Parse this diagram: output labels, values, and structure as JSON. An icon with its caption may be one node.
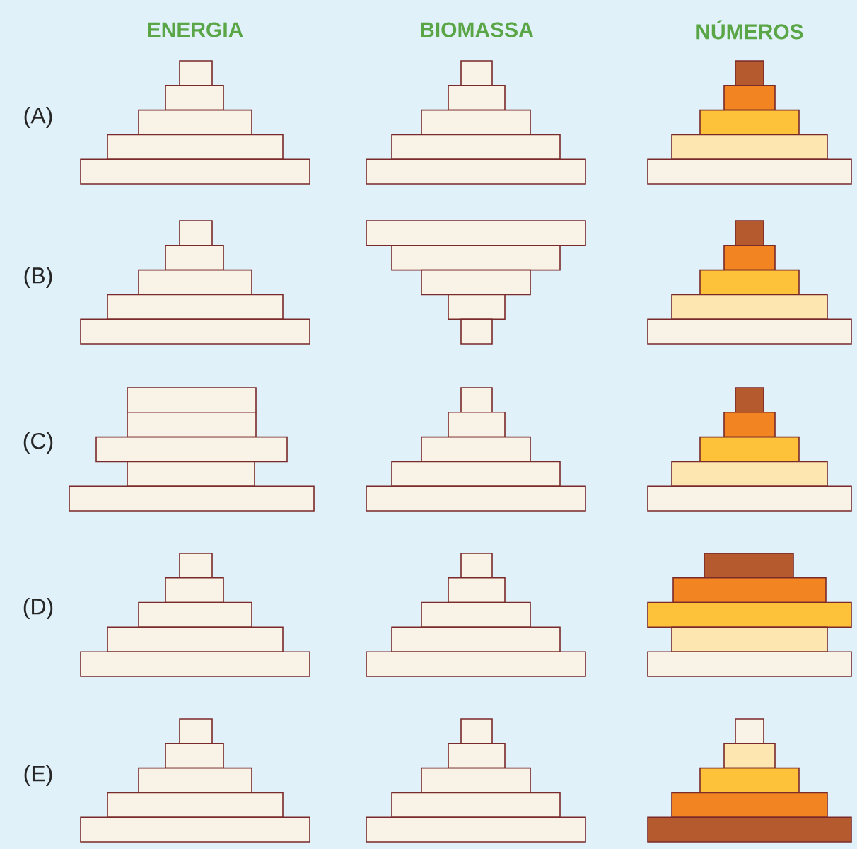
{
  "diagram": {
    "labels": [
      "ENERGIA",
      "BIOMASSA",
      "NÚMEROS",
      "(A)",
      "(B)",
      "(C)",
      "(D)",
      "(E)"
    ]
  }
}
